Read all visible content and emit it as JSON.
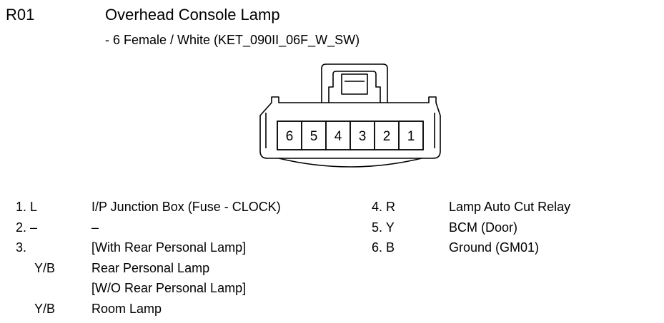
{
  "connector": {
    "code": "R01",
    "title": "Overhead Console Lamp",
    "subtitle": "- 6 Female / White (KET_090II_06F_W_SW)",
    "pins_display_order": [
      "6",
      "5",
      "4",
      "3",
      "2",
      "1"
    ]
  },
  "pins_left": [
    {
      "pin": "1. L",
      "desc": "I/P Junction Box (Fuse - CLOCK)"
    },
    {
      "pin": "2. –",
      "desc": "–"
    },
    {
      "pin": "3.",
      "desc": "[With Rear Personal Lamp]"
    },
    {
      "pin": "Y/B",
      "desc": "Rear Personal Lamp"
    },
    {
      "pin": "",
      "desc": "[W/O Rear Personal Lamp]"
    },
    {
      "pin": "Y/B",
      "desc": "Room Lamp"
    }
  ],
  "pins_right": [
    {
      "pin": "4. R",
      "desc": "Lamp Auto Cut Relay"
    },
    {
      "pin": "5. Y",
      "desc": "BCM (Door)"
    },
    {
      "pin": "6. B",
      "desc": "Ground (GM01)"
    }
  ]
}
